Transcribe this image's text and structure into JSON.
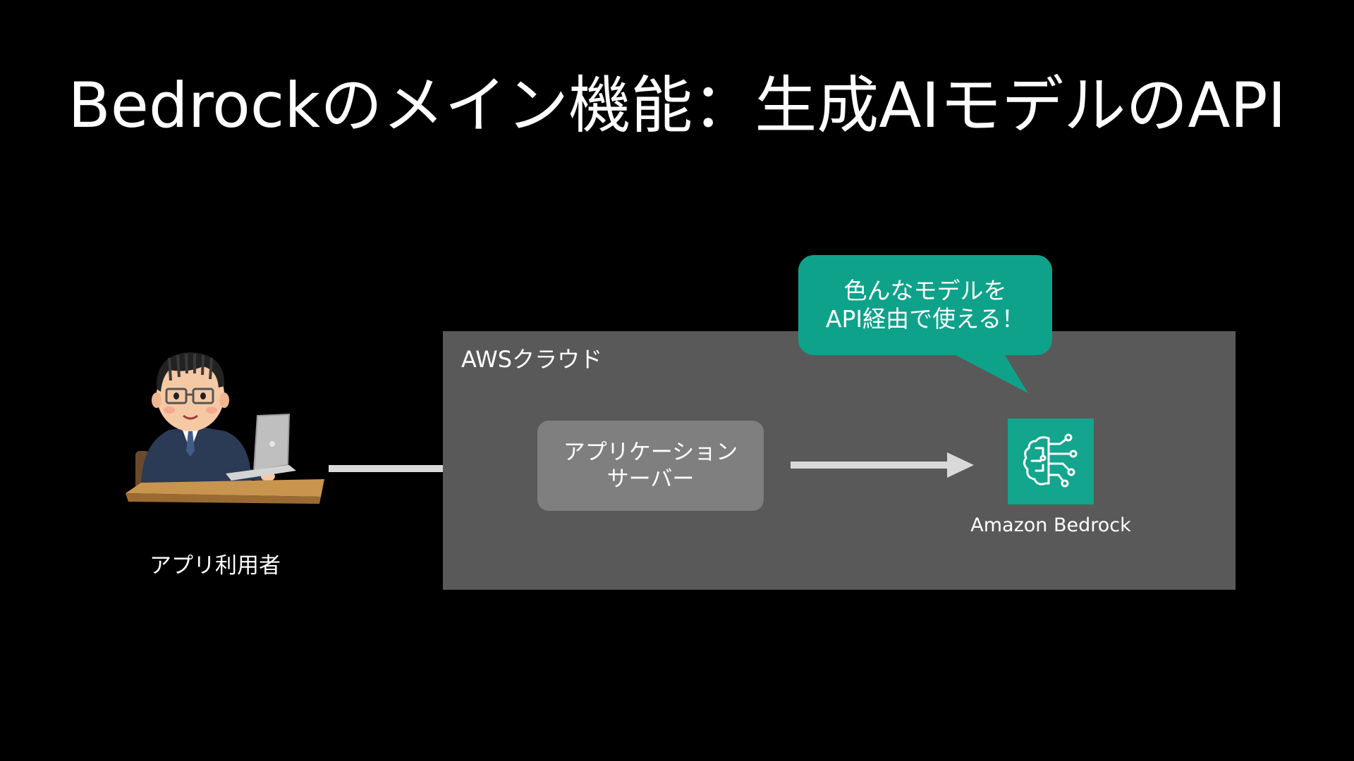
{
  "title": "Bedrockのメイン機能：生成AIモデルのAPI",
  "aws_cloud": {
    "label": "AWSクラウド"
  },
  "app_server": {
    "line1": "アプリケーション",
    "line2": "サーバー"
  },
  "callout": {
    "line1": "色んなモデルを",
    "line2": "API経由で使える！"
  },
  "bedrock": {
    "label": "Amazon Bedrock",
    "icon": "bedrock-brain-icon"
  },
  "user": {
    "label": "アプリ利用者",
    "icon": "person-laptop-illustration"
  },
  "colors": {
    "background": "#000000",
    "cloud": "#595959",
    "server": "#7f7f7f",
    "accent": "#0fa28a",
    "arrow": "#d9d9d9"
  }
}
